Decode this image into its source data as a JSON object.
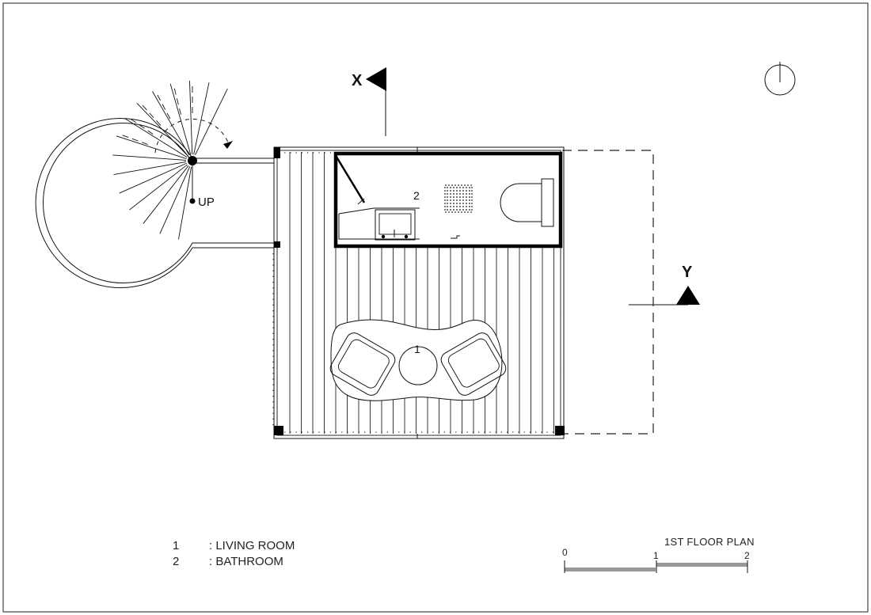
{
  "plan": {
    "title": "1ST FLOOR PLAN",
    "section_markers": [
      "X",
      "Y"
    ],
    "stair_label": "UP",
    "room_tags": [
      "1",
      "2"
    ]
  },
  "legend": [
    {
      "number": "1",
      "name": ": LIVING ROOM"
    },
    {
      "number": "2",
      "name": ": BATHROOM"
    }
  ],
  "scale": {
    "ticks": [
      "0",
      "1",
      "2"
    ]
  },
  "icons": [
    "north-arrow-icon",
    "section-marker-icon",
    "spiral-stair-icon",
    "toilet-icon",
    "sink-icon",
    "shower-drain-icon",
    "armchair-icon",
    "table-icon"
  ]
}
